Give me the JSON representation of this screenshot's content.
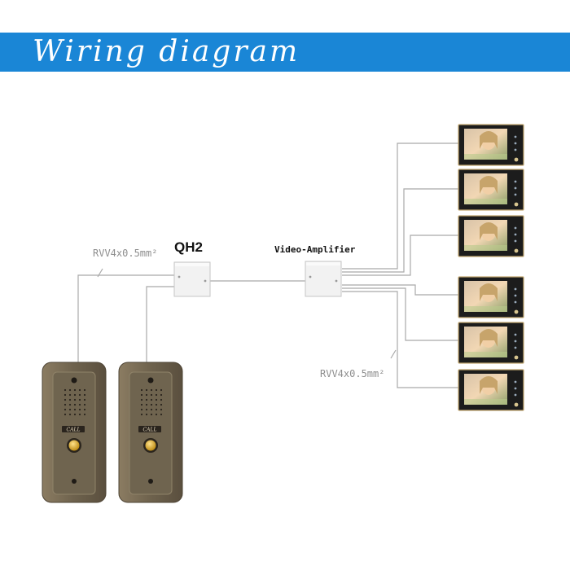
{
  "header": {
    "title": "Wiring diagram",
    "background": "#1a86d6"
  },
  "labels": {
    "cable_left": "RVV4x0.5mm²",
    "junction": "QH2",
    "amplifier": "Video-Amplifier",
    "cable_right": "RVV4x0.5mm²"
  },
  "door_stations": [
    {
      "button_text": "CALL"
    },
    {
      "button_text": "CALL"
    }
  ],
  "monitor_count": 6,
  "colors": {
    "wire": "#a9a9a9",
    "box": "#f2f2f2",
    "panel": "#7a6a52",
    "button": "#d5a219"
  }
}
